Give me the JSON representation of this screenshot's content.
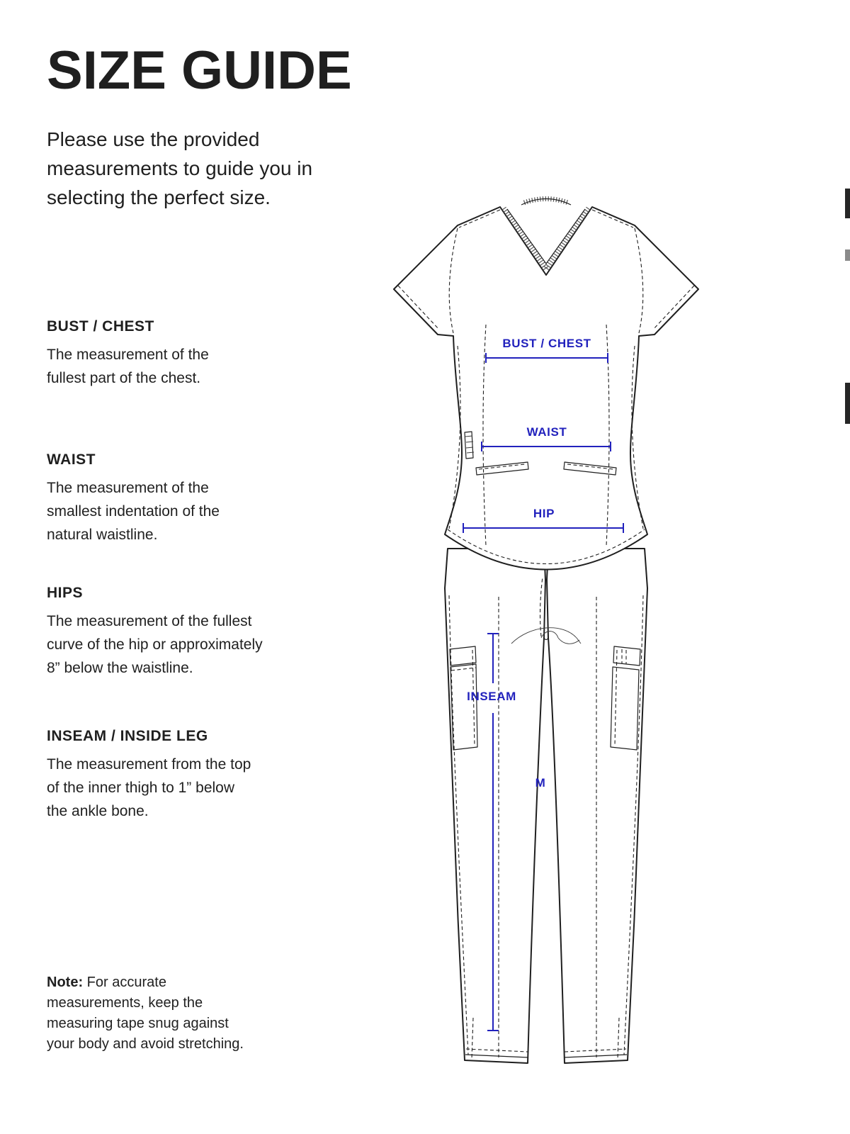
{
  "page": {
    "title": "SIZE GUIDE",
    "intro": "Please use the provided\nmeasurements to guide you in\nselecting the perfect size.",
    "sections": [
      {
        "heading": "BUST / CHEST",
        "body": "The measurement of the\nfullest part of the chest."
      },
      {
        "heading": "WAIST",
        "body": "The measurement of the\nsmallest indentation of the\nnatural waistline."
      },
      {
        "heading": "HIPS",
        "body": "The measurement of the fullest\ncurve of the hip or approximately\n8” below the waistline."
      },
      {
        "heading": "INSEAM / INSIDE LEG",
        "body": "The measurement from the top\nof the inner thigh to 1” below\nthe ankle bone."
      }
    ],
    "note": {
      "label": "Note:",
      "body": "For accurate\nmeasurements, keep the\nmeasuring tape snug against\nyour body and avoid stretching."
    }
  },
  "diagram": {
    "labels": {
      "bust": "BUST / CHEST",
      "waist": "WAIST",
      "hip": "HIP",
      "inseam": "INSEAM",
      "size": "M"
    }
  },
  "colors": {
    "accent": "#2222bd",
    "ink": "#1f1f1f",
    "text": "#212121"
  }
}
